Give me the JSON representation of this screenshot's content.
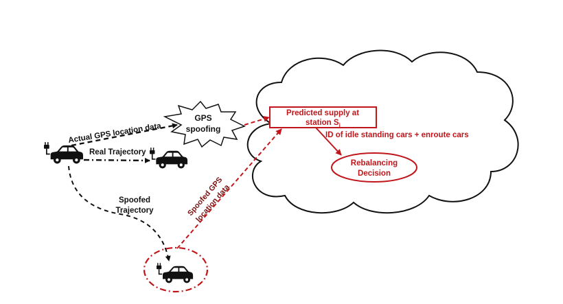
{
  "labels": {
    "gps_spoofing_line1": "GPS",
    "gps_spoofing_line2": "spoofing",
    "actual_gps": "Actual GPS location data",
    "real_trajectory": "Real Trajectory",
    "spoofed_trajectory_line1": "Spoofed",
    "spoofed_trajectory_line2": "Trajectory",
    "spoofed_gps_line1": "Spoofed GPS",
    "spoofed_gps_line2": "location data",
    "predicted_supply_line1": "Predicted supply at",
    "predicted_supply_line2": "station S",
    "predicted_supply_subscript": "j",
    "id_idle": "ID of idle standing cars + enroute cars",
    "rebalancing_line1": "Rebalancing",
    "rebalancing_line2": "Decision"
  },
  "colors": {
    "accent_red": "#c0161b",
    "dark_red": "#7a1010",
    "ink": "#111111"
  },
  "icons": {
    "car": "electric-car-icon",
    "cloud": "cloud-shape",
    "burst": "starburst-shape"
  }
}
